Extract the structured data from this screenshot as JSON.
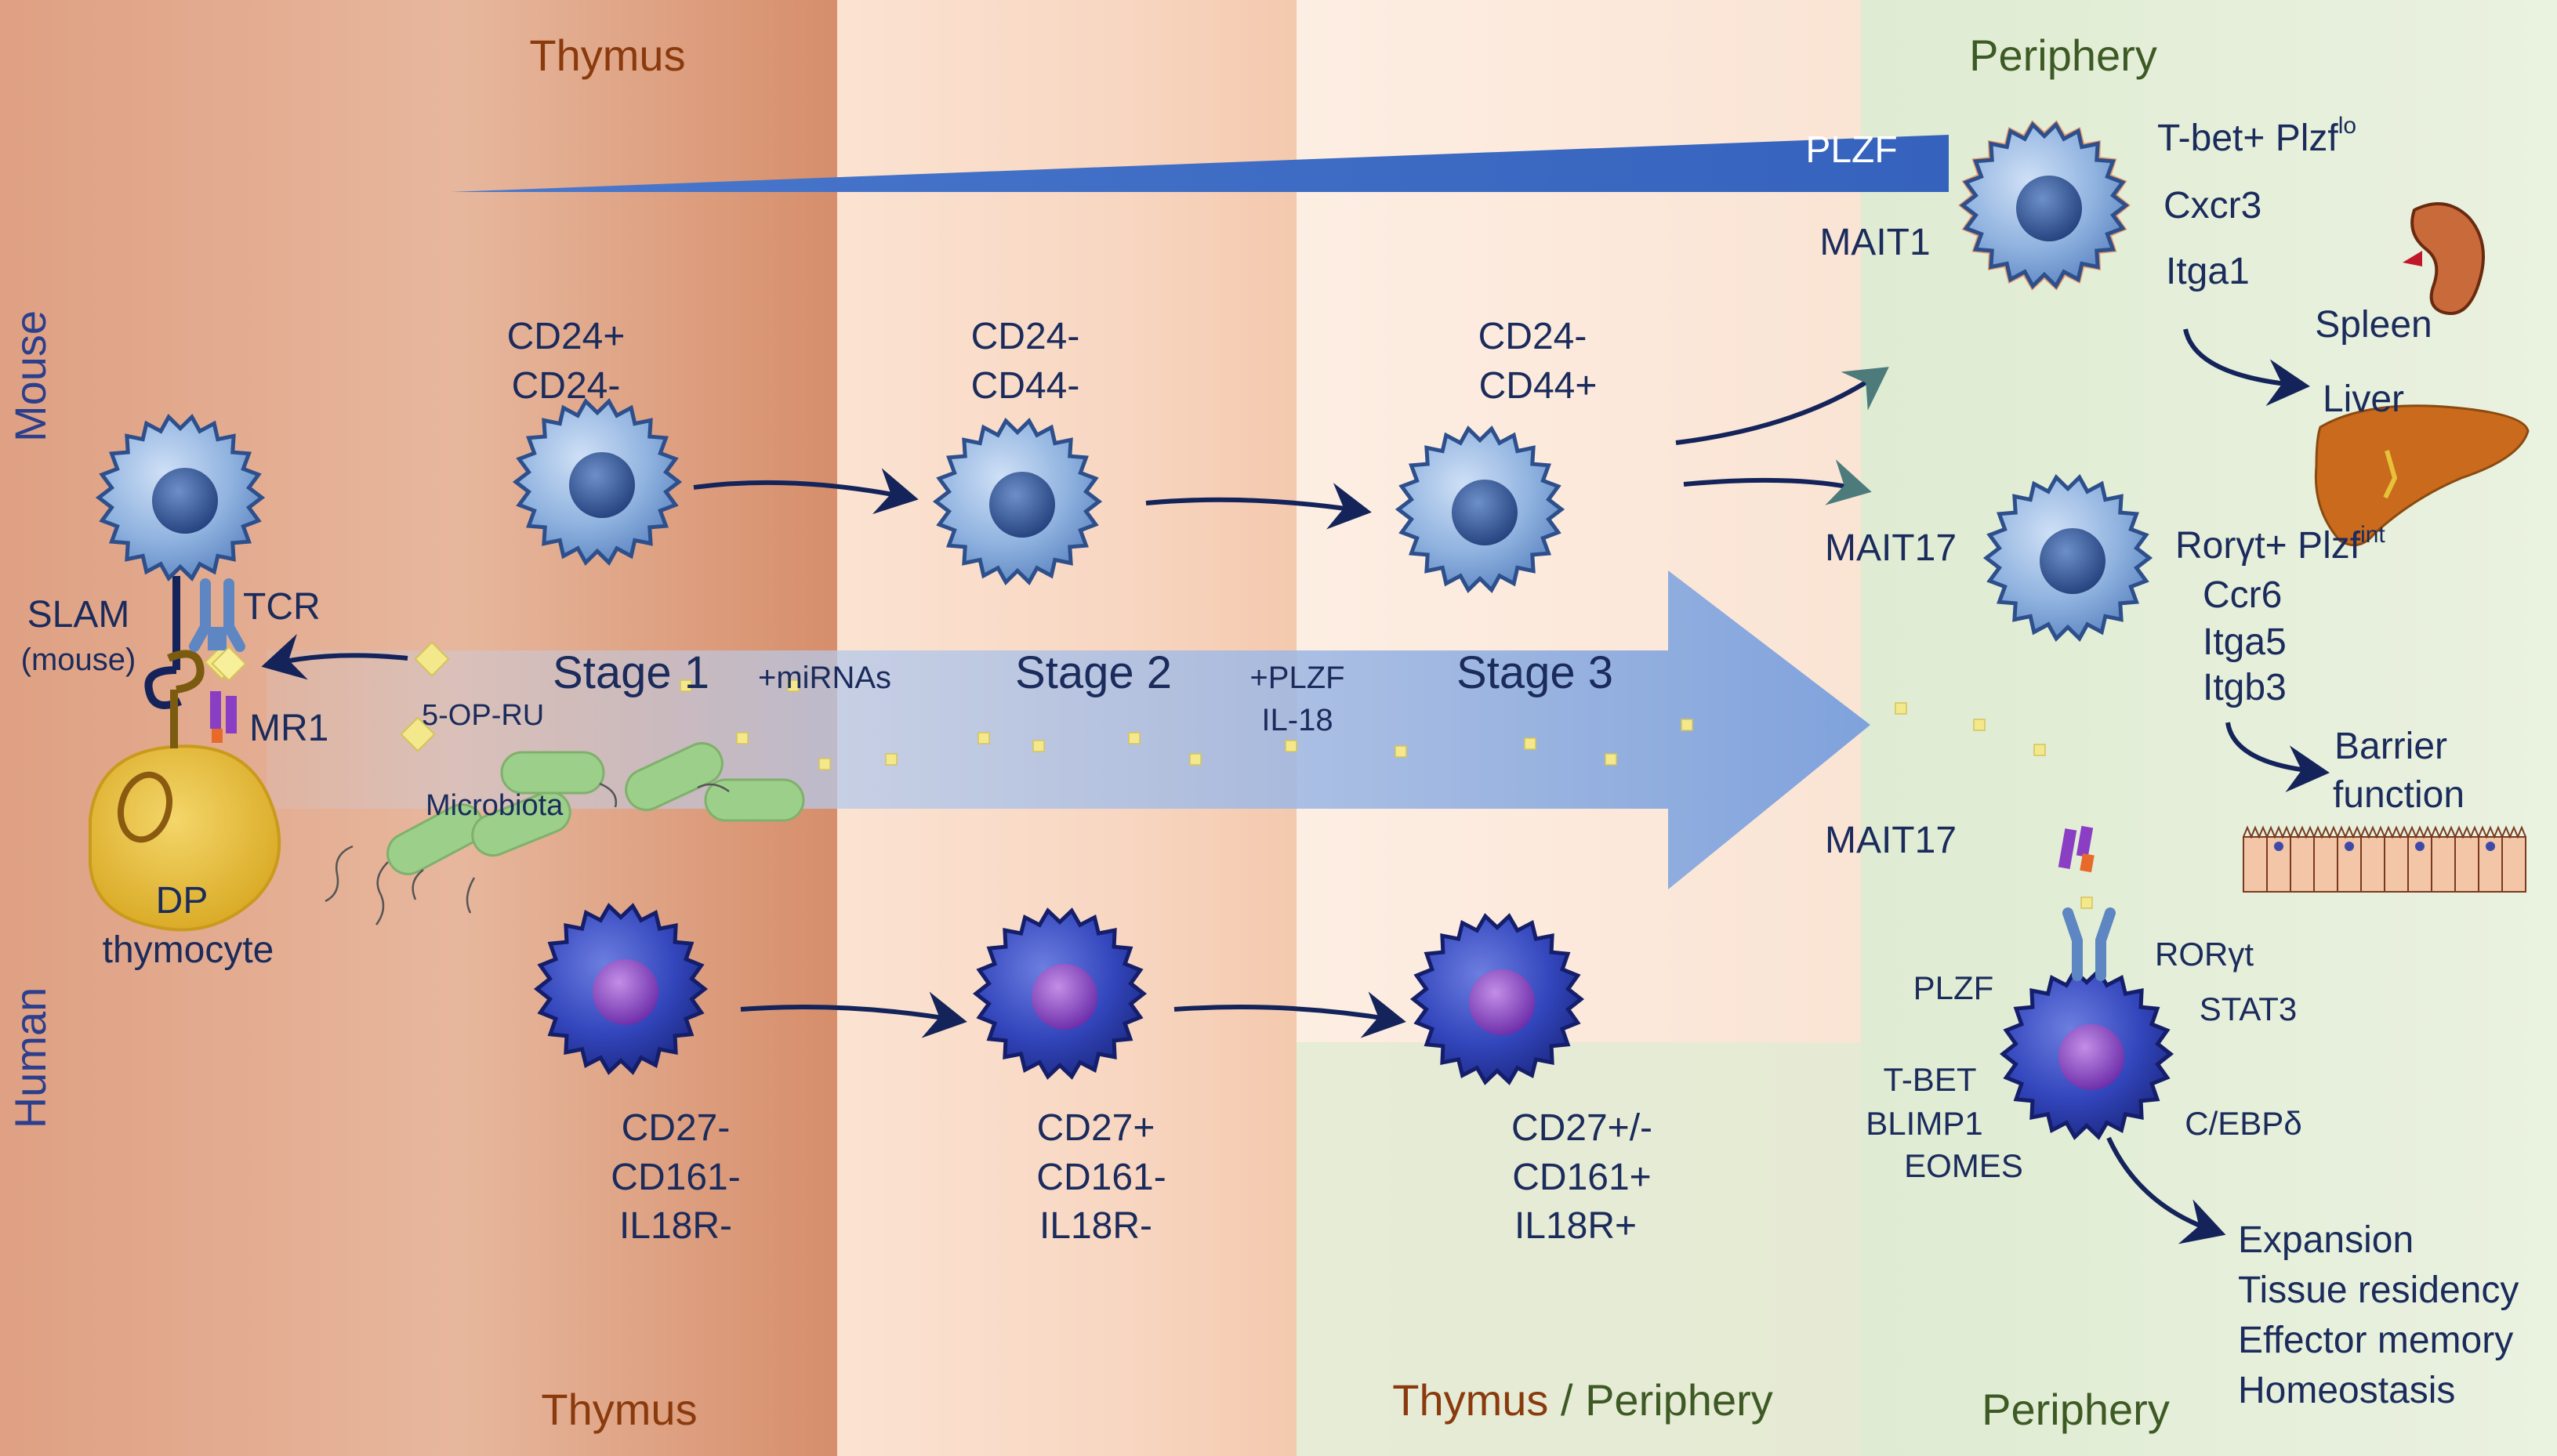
{
  "regions": {
    "top_thymus": "Thymus",
    "top_periphery": "Periphery",
    "bottom_thymus": "Thymus",
    "bottom_thymus_periphery_a": "Thymus",
    "bottom_thymus_periphery_sep": " / ",
    "bottom_thymus_periphery_b": "Periphery",
    "bottom_periphery": "Periphery"
  },
  "species": {
    "mouse": "Mouse",
    "human": "Human"
  },
  "plzf_gradient_label": "PLZF",
  "colors": {
    "thymus_text": "#8a3a0c",
    "periphery_text": "#3e5a24",
    "navy": "#14245a",
    "plzf_blue": "#3f6dc4",
    "mouse_cell": "#7aa3d8",
    "human_cell": "#2f44b8"
  },
  "left": {
    "slam": "SLAM",
    "slam_sub": "(mouse)",
    "tcr": "TCR",
    "mr1": "MR1",
    "dp_line1": "DP",
    "dp_line2": "thymocyte",
    "antigen": "5-OP-RU",
    "microbiota": "Microbiota"
  },
  "mouse_stages": [
    {
      "line1": "CD24+",
      "line2": "CD24-"
    },
    {
      "line1": "CD24-",
      "line2": "CD44-"
    },
    {
      "line1": "CD24-",
      "line2": "CD44+"
    }
  ],
  "stage_arrow": {
    "stage1": "Stage 1",
    "stage2": "Stage 2",
    "stage3": "Stage 3",
    "mirnas": "+miRNAs",
    "plzf": "+PLZF",
    "il18": "IL-18"
  },
  "human_stages": [
    {
      "line1": "CD27-",
      "line2": "CD161-",
      "line3": "IL18R-"
    },
    {
      "line1": "CD27+",
      "line2": "CD161-",
      "line3": "IL18R-"
    },
    {
      "line1": "CD27+/-",
      "line2": "CD161+",
      "line3": "IL18R+"
    }
  ],
  "periphery": {
    "mait1": "MAIT1",
    "mait1_markers": [
      "T-bet+ Plzf",
      "Cxcr3",
      "Itga1"
    ],
    "mait1_sup": "lo",
    "spleen": "Spleen",
    "liver": "Liver",
    "mait17": "MAIT17",
    "mait17_markers": [
      "Rorγt+ Plzf",
      "Ccr6",
      "Itga5",
      "Itgb3"
    ],
    "mait17_sup": "int",
    "barrier_line1": "Barrier",
    "barrier_line2": "function",
    "mait17_human": "MAIT17",
    "tf_left": [
      "PLZF",
      "T-BET",
      "BLIMP1",
      "EOMES"
    ],
    "tf_right": [
      "RORγt",
      "STAT3",
      "C/EBPδ"
    ],
    "outcomes": [
      "Expansion",
      "Tissue residency",
      "Effector memory",
      "Homeostasis"
    ]
  }
}
